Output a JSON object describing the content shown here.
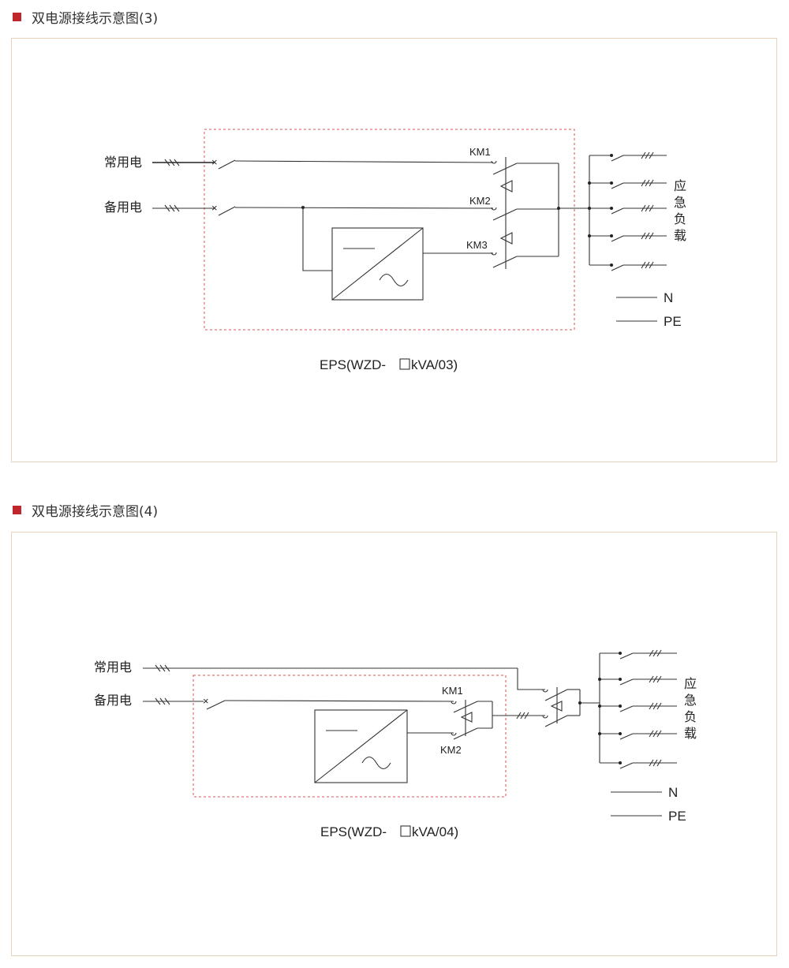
{
  "section1": {
    "title": "双电源接线示意图(3)",
    "normal_power": "常用电",
    "backup_power": "备用电",
    "km1": "KM1",
    "km2": "KM2",
    "km3": "KM3",
    "load_label": [
      "应",
      "急",
      "负",
      "载"
    ],
    "n_label": "N",
    "pe_label": "PE",
    "caption_prefix": "EPS(WZD-",
    "caption_suffix": "kVA/03)"
  },
  "section2": {
    "title": "双电源接线示意图(4)",
    "normal_power": "常用电",
    "backup_power": "备用电",
    "km1": "KM1",
    "km2": "KM2",
    "load_label": [
      "应",
      "急",
      "负",
      "载"
    ],
    "n_label": "N",
    "pe_label": "PE",
    "caption_prefix": "EPS(WZD-",
    "caption_suffix": "kVA/04)"
  },
  "colors": {
    "accent": "#c0272d",
    "panel_border": "#e8d2bb",
    "dashed_box": "#d9534f",
    "line": "#333333"
  }
}
